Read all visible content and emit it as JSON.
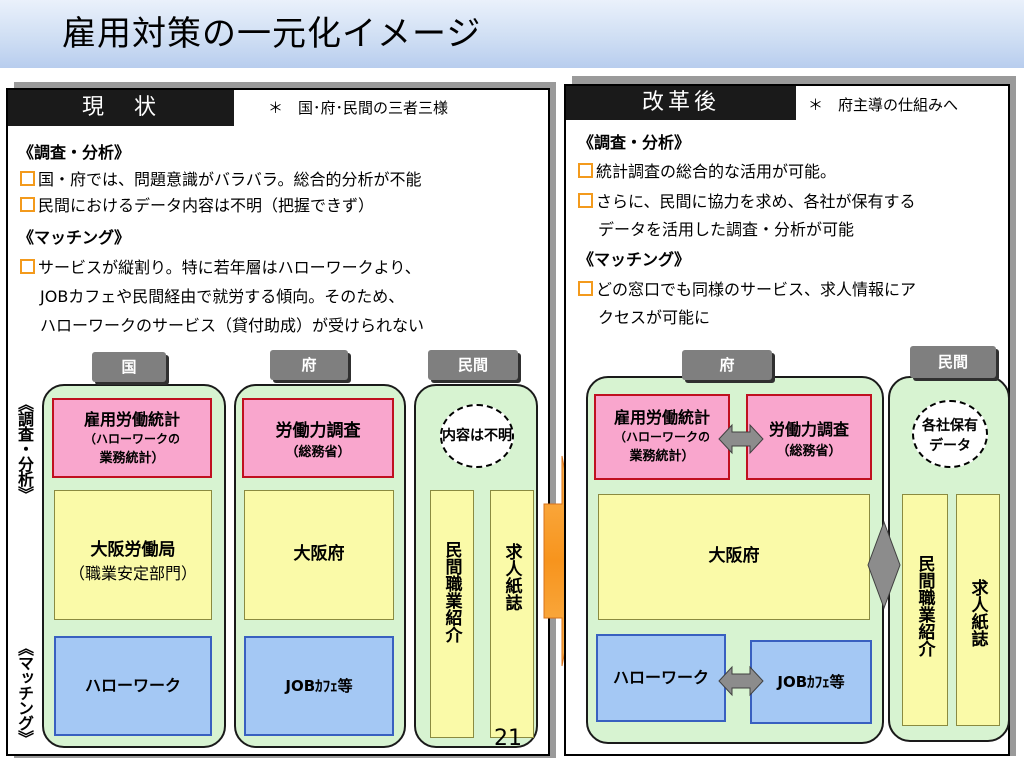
{
  "title": "雇用対策の一元化イメージ",
  "left_panel": {
    "heading": "現　状",
    "note": "＊　国･府･民間の三者三様",
    "sections": [
      {
        "label": "《調査・分析》",
        "bullets": [
          "国・府では、問題意識がバラバラ。総合的分析が不能",
          "民間におけるデータ内容は不明（把握できず）"
        ]
      },
      {
        "label": "《マッチング》",
        "bullets": [
          "サービスが縦割り。特に若年層はハローワークより、"
        ],
        "continuation": [
          "JOBカフェや民間経由で就労する傾向。そのため、",
          "ハローワークのサービス（貸付助成）が受けられない"
        ]
      }
    ],
    "side_labels": {
      "top": "《調査・分析》",
      "bottom": "《マッチング》"
    },
    "columns": {
      "kuni": {
        "tab": "国",
        "pink": {
          "title": "雇用労働統計",
          "sub1": "（ハローワークの",
          "sub2": "業務統計）"
        },
        "yellow": {
          "title": "大阪労働局",
          "sub": "（職業安定部門）"
        },
        "blue": {
          "title": "ハローワーク"
        }
      },
      "fu": {
        "tab": "府",
        "pink": {
          "title": "労働力調査",
          "sub1": "（総務省）"
        },
        "yellow": {
          "title": "大阪府"
        },
        "blue": {
          "title": "JOBｶﾌｪ等"
        }
      },
      "minkan": {
        "tab": "民間",
        "circle": "内容は不明",
        "bar1": "民間職業紹介",
        "bar2": "求人紙誌"
      }
    },
    "page_number": "21"
  },
  "right_panel": {
    "heading": "改革後",
    "note": "＊　府主導の仕組みへ",
    "sections": [
      {
        "label": "《調査・分析》",
        "bullets": [
          "統計調査の総合的な活用が可能。",
          "さらに、民間に協力を求め、各社が保有する"
        ],
        "continuation": [
          "データを活用した調査・分析が可能"
        ]
      },
      {
        "label": "《マッチング》",
        "bullets": [
          "どの窓口でも同様のサービス、求人情報にア"
        ],
        "continuation": [
          "クセスが可能に"
        ]
      }
    ],
    "columns": {
      "fu": {
        "tab": "府",
        "pink1": {
          "title": "雇用労働統計",
          "sub1": "（ハローワークの",
          "sub2": "業務統計）"
        },
        "pink2": {
          "title": "労働力調査",
          "sub1": "（総務省）"
        },
        "yellow": {
          "title": "大阪府"
        },
        "blue1": {
          "title": "ハローワーク"
        },
        "blue2": {
          "title": "JOBｶﾌｪ等"
        }
      },
      "minkan": {
        "tab": "民間",
        "circle1": "各社保有",
        "circle2": "データ",
        "bar1": "民間職業紹介",
        "bar2": "求人紙誌"
      }
    }
  },
  "colors": {
    "bullet": "#f39a1c",
    "tab": "#7f7f7f",
    "column_bg": "#d7f3d1",
    "pink": "#f9a6cd",
    "yellow": "#fafaa8",
    "blue": "#a4c8f4",
    "arrow": "#f7941d"
  }
}
